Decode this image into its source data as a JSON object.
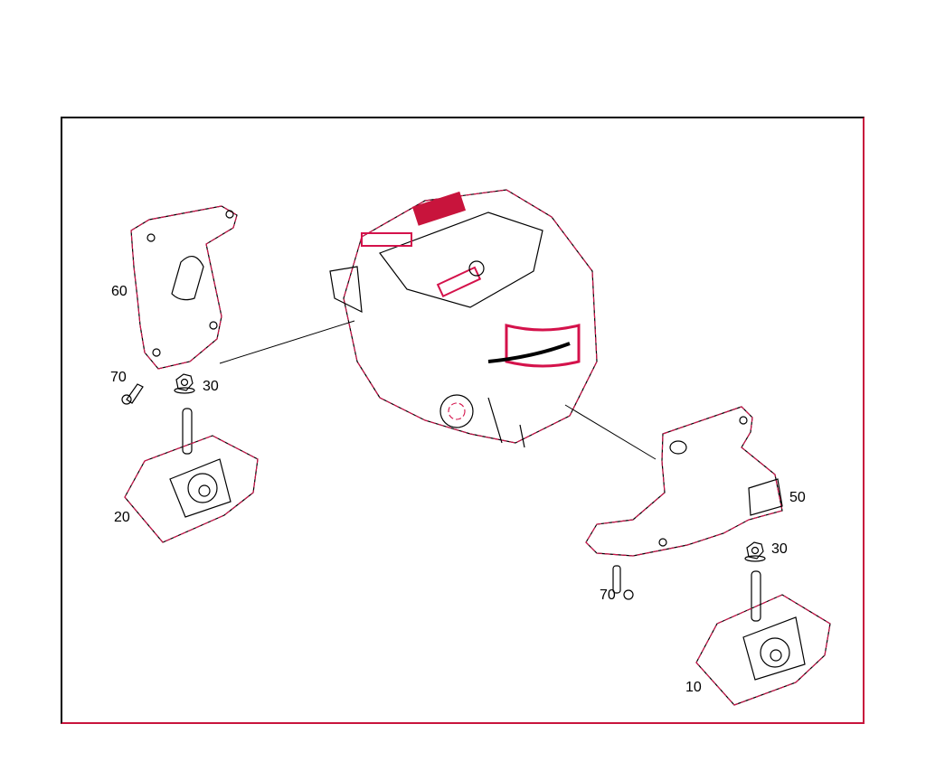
{
  "diagram": {
    "type": "exploded-parts-diagram",
    "subject": "engine mounting",
    "colors": {
      "line": "#000000",
      "accent": "#d4124b",
      "background": "#ffffff"
    },
    "callouts": [
      {
        "id": "c60",
        "label": "60",
        "part": "engine-bracket-left"
      },
      {
        "id": "c70a",
        "label": "70",
        "part": "bolt-left"
      },
      {
        "id": "c30a",
        "label": "30",
        "part": "nut-left"
      },
      {
        "id": "c20",
        "label": "20",
        "part": "engine-mount-left"
      },
      {
        "id": "c50",
        "label": "50",
        "part": "engine-bracket-right"
      },
      {
        "id": "c30b",
        "label": "30",
        "part": "nut-right"
      },
      {
        "id": "c70b",
        "label": "70",
        "part": "bolt-right"
      },
      {
        "id": "c10",
        "label": "10",
        "part": "engine-mount-right"
      }
    ]
  }
}
